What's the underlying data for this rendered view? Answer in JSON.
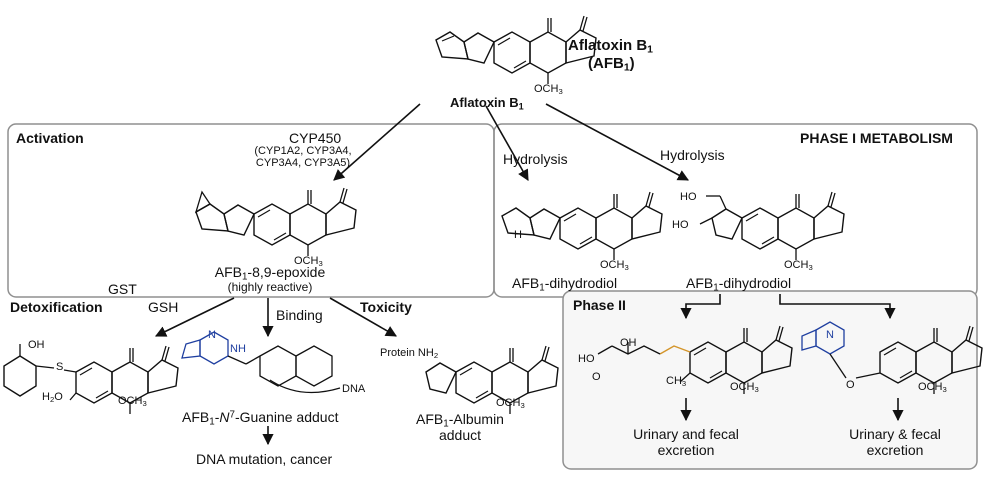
{
  "main": {
    "compound_name_main": "Aflatoxin B",
    "compound_sub_main": "1",
    "compound_abbr": "AFB",
    "compound_abbr_sub": "1",
    "label_under_structure": "Aflatoxin B",
    "label_under_sub": "1"
  },
  "sections": {
    "activation_title": "Activation",
    "phase1_title": "PHASE I METABOLISM",
    "phase2_title": "Phase II",
    "detox_title": "Detoxification",
    "toxicity_title": "Toxicity"
  },
  "enzymes": {
    "cyp_main": "CYP450",
    "cyp_list_line1": "(CYP1A2, CYP3A4,",
    "cyp_list_line2": "CYP3A4, CYP3A5)",
    "gst": "GST",
    "gsh": "GSH",
    "hydrolysis_left": "Hydrolysis",
    "hydrolysis_right": "Hydrolysis",
    "binding": "Binding"
  },
  "products": {
    "epoxide_prefix": "AFB",
    "epoxide_sub": "1",
    "epoxide_suffix": "-8,9-epoxide",
    "epoxide_note": "(highly reactive)",
    "dihydrodiol_a_prefix": "AFB",
    "dihydrodiol_a_sub": "1",
    "dihydrodiol_a_suffix": "-dihydrodiol",
    "dihydrodiol_b_prefix": "AFB",
    "dihydrodiol_b_sub": "1",
    "dihydrodiol_b_suffix": "-dihydrodiol",
    "guanine_prefix": "AFB",
    "guanine_sub": "1",
    "guanine_mid": "-",
    "guanine_n": "N",
    "guanine_sup": "7",
    "guanine_suffix": "-Guanine adduct",
    "dna_outcome": "DNA mutation, cancer",
    "albumin_prefix": "AFB",
    "albumin_sub": "1",
    "albumin_suffix": "-Albumin",
    "albumin_line2": "adduct",
    "urinary_left_1": "Urinary and fecal",
    "urinary_left_2": "excretion",
    "urinary_right_1": "Urinary & fecal",
    "urinary_right_2": "excretion"
  },
  "atoms": {
    "och3": "OCH",
    "och3_sub": "3",
    "ch3": "CH",
    "ch3_sub": "3",
    "h2o": "H",
    "h2o_sub": "2",
    "h2o_tail": "O",
    "oh": "OH",
    "ho": "HO",
    "s": "S",
    "o": "O",
    "n": "N",
    "nh": "NH",
    "h": "H",
    "protein": "Protein",
    "nh2": "NH",
    "nh2_sub": "2",
    "dna": "DNA"
  },
  "colors": {
    "box_border": "#8f8f8f",
    "nitrogen_blue": "#1f3fa0",
    "chain_orange": "#d4952a",
    "line": "#111111"
  }
}
